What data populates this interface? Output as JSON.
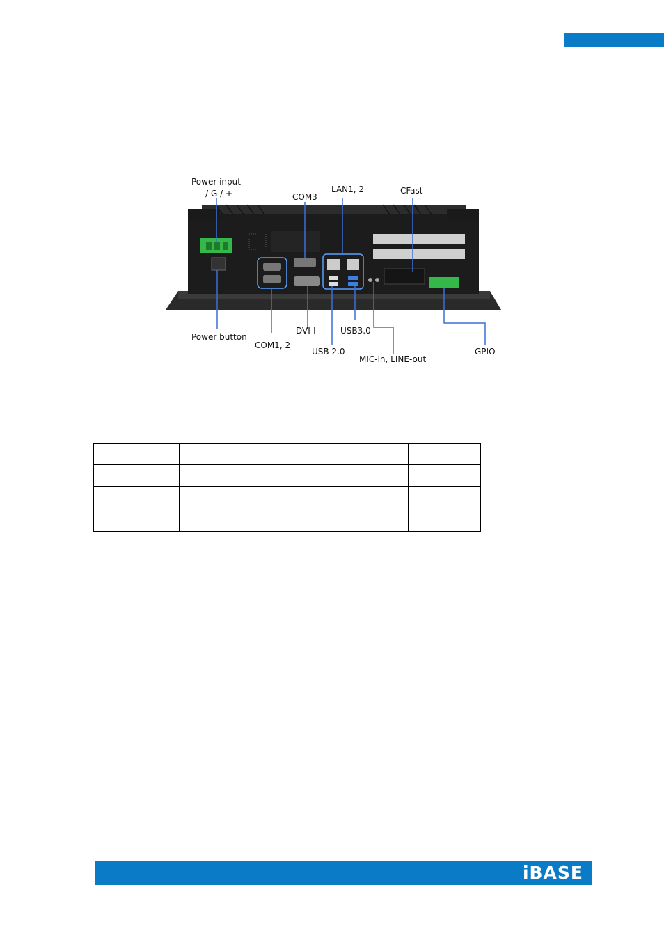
{
  "figure": {
    "labels": {
      "power_input": "Power input",
      "power_polarity": "- / G / +",
      "com3": "COM3",
      "lan": "LAN1, 2",
      "cfast": "CFast",
      "power_button": "Power button",
      "com12": "COM1, 2",
      "dvi": "DVI-I",
      "usb30": "USB3.0",
      "usb20": "USB 2.0",
      "mic_line": "MIC-in, LINE-out",
      "gpio": "GPIO"
    }
  },
  "table": {
    "rows": [
      [
        "",
        "",
        ""
      ],
      [
        "",
        "",
        ""
      ],
      [
        "",
        "",
        ""
      ],
      [
        "",
        "",
        ""
      ]
    ]
  },
  "footer": {
    "logo": "iBASE"
  },
  "colors": {
    "brand_blue": "#0a7bc6",
    "callout_line": "#3b6fd6",
    "port_highlight": "#5aa0ff",
    "terminal_green": "#35b84a"
  }
}
